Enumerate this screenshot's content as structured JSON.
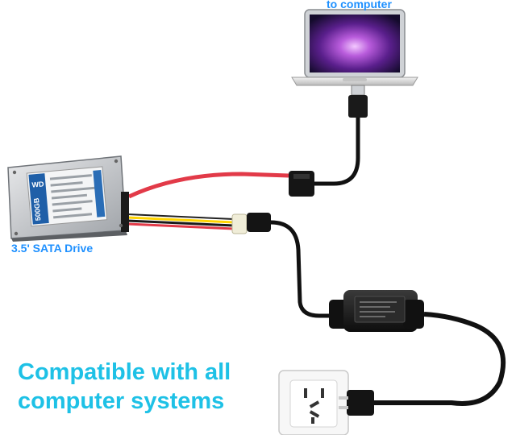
{
  "labels": {
    "to_computer": "to computer",
    "drive": "3.5' SATA Drive",
    "headline_line1": "Compatible with all",
    "headline_line2": "computer systems"
  },
  "drive_label": {
    "brand": "WD",
    "capacity": "500GB"
  },
  "colors": {
    "label_blue": "#1e90ff",
    "headline_cyan": "#1ec1e6",
    "sata_cable_red": "#e23a48",
    "cable_black": "#111111"
  }
}
